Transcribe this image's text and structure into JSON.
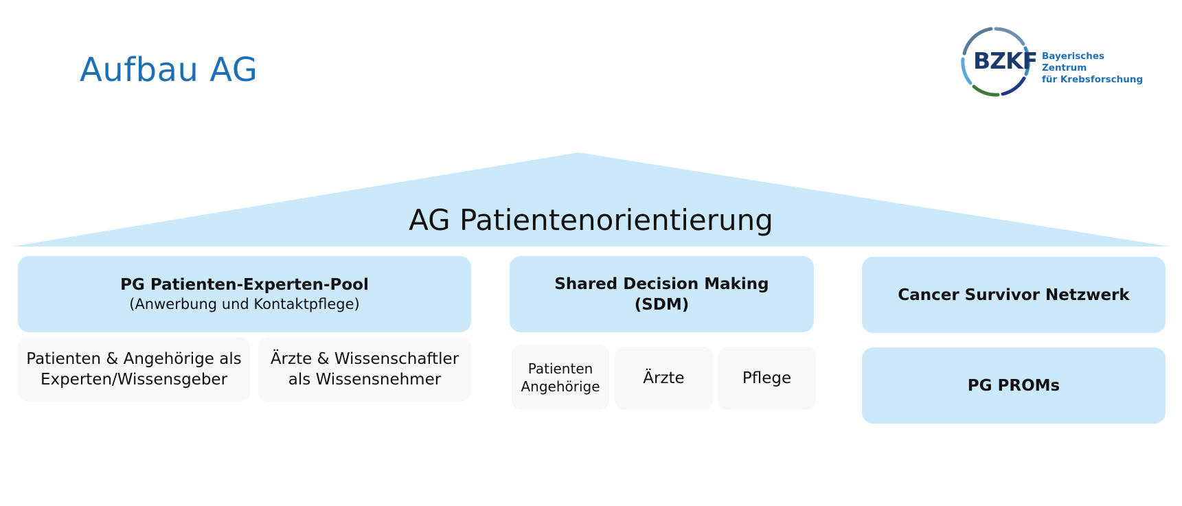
{
  "slide": {
    "title": "Aufbau AG"
  },
  "logo": {
    "letters": "BZKF",
    "line1": "Bayerisches Zentrum",
    "line2": "für Krebsforschung",
    "ring_colors": [
      "#5a7c99",
      "#3a8ac4",
      "#1f3b87",
      "#3f7a3c",
      "#5ba7e0",
      "#6d8fb0"
    ]
  },
  "roof": {
    "label": "AG Patientenorientierung",
    "color": "#cce9fb"
  },
  "pillars": [
    {
      "title": "PG Patienten-Experten-Pool",
      "subtitle": "(Anwerbung und Kontaktpflege)",
      "sub_items": [
        {
          "line1": "Patienten & Angehörige als",
          "line2": "Experten/Wissensgeber"
        },
        {
          "line1": "Ärzte & Wissenschaftler",
          "line2": "als Wissensnehmer"
        }
      ]
    },
    {
      "title_line1": "Shared Decision Making",
      "title_line2": "(SDM)",
      "sub_items": [
        {
          "line1": "Patienten",
          "line2": "Angehörige"
        },
        {
          "line1": "Ärzte"
        },
        {
          "line1": "Pflege"
        }
      ]
    },
    {
      "title": "Cancer Survivor Netzwerk",
      "second_box": "PG PROMs"
    }
  ],
  "colors": {
    "title_blue": "#1f6fb5",
    "box_blue": "#cce9fb",
    "box_grey": "#f8f8f8"
  }
}
